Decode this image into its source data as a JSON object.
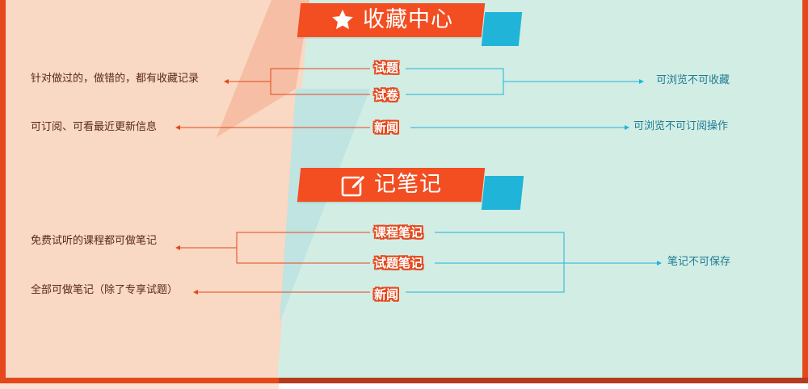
{
  "colors": {
    "accent_red": "#f24e22",
    "accent_blue": "#1fb4d8",
    "left_text": "#5a2a1a",
    "right_text": "#1f7a93"
  },
  "favorites": {
    "title": "收藏中心",
    "icon": "star-icon",
    "items": [
      {
        "tag": "试题"
      },
      {
        "tag": "试卷"
      },
      {
        "tag": "新闻"
      }
    ],
    "left_notes": [
      "针对做过的，做错的，都有收藏记录",
      "可订阅、可看最近更新信息"
    ],
    "right_notes": [
      "可浏览不可收藏",
      "可浏览不可订阅操作"
    ]
  },
  "notes": {
    "title": "记笔记",
    "icon": "pencil-edit-icon",
    "items": [
      {
        "tag": "课程笔记"
      },
      {
        "tag": "试题笔记"
      },
      {
        "tag": "新闻"
      }
    ],
    "left_notes": [
      "免费试听的课程都可做笔记",
      "全部可做笔记（除了专享试题）"
    ],
    "right_notes": [
      "笔记不可保存"
    ]
  }
}
